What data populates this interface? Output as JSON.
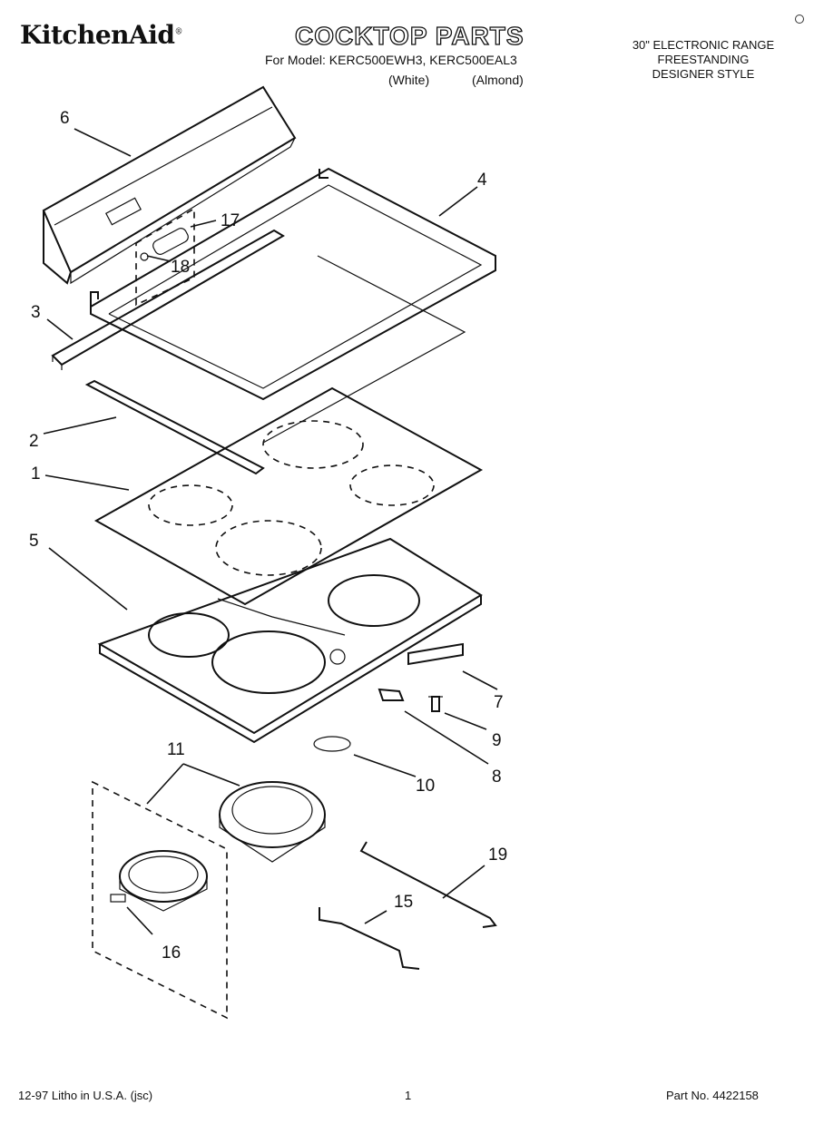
{
  "header": {
    "brand": "KitchenAid",
    "title": "COCKTOP PARTS",
    "model_line": "For Model: KERC500EWH3, KERC500EAL3",
    "variant_white": "(White)",
    "variant_almond": "(Almond)",
    "description": [
      "30\" ELECTRONIC RANGE",
      "FREESTANDING",
      "DESIGNER STYLE"
    ]
  },
  "callouts": {
    "c1": "1",
    "c2": "2",
    "c3": "3",
    "c4": "4",
    "c5": "5",
    "c6": "6",
    "c7": "7",
    "c8": "8",
    "c9": "9",
    "c10": "10",
    "c11": "11",
    "c15": "15",
    "c16": "16",
    "c17": "17",
    "c18": "18",
    "c19": "19"
  },
  "footer": {
    "left": "12-97 Litho in U.S.A. (jsc)",
    "page": "1",
    "part_no": "Part No. 4422158"
  }
}
